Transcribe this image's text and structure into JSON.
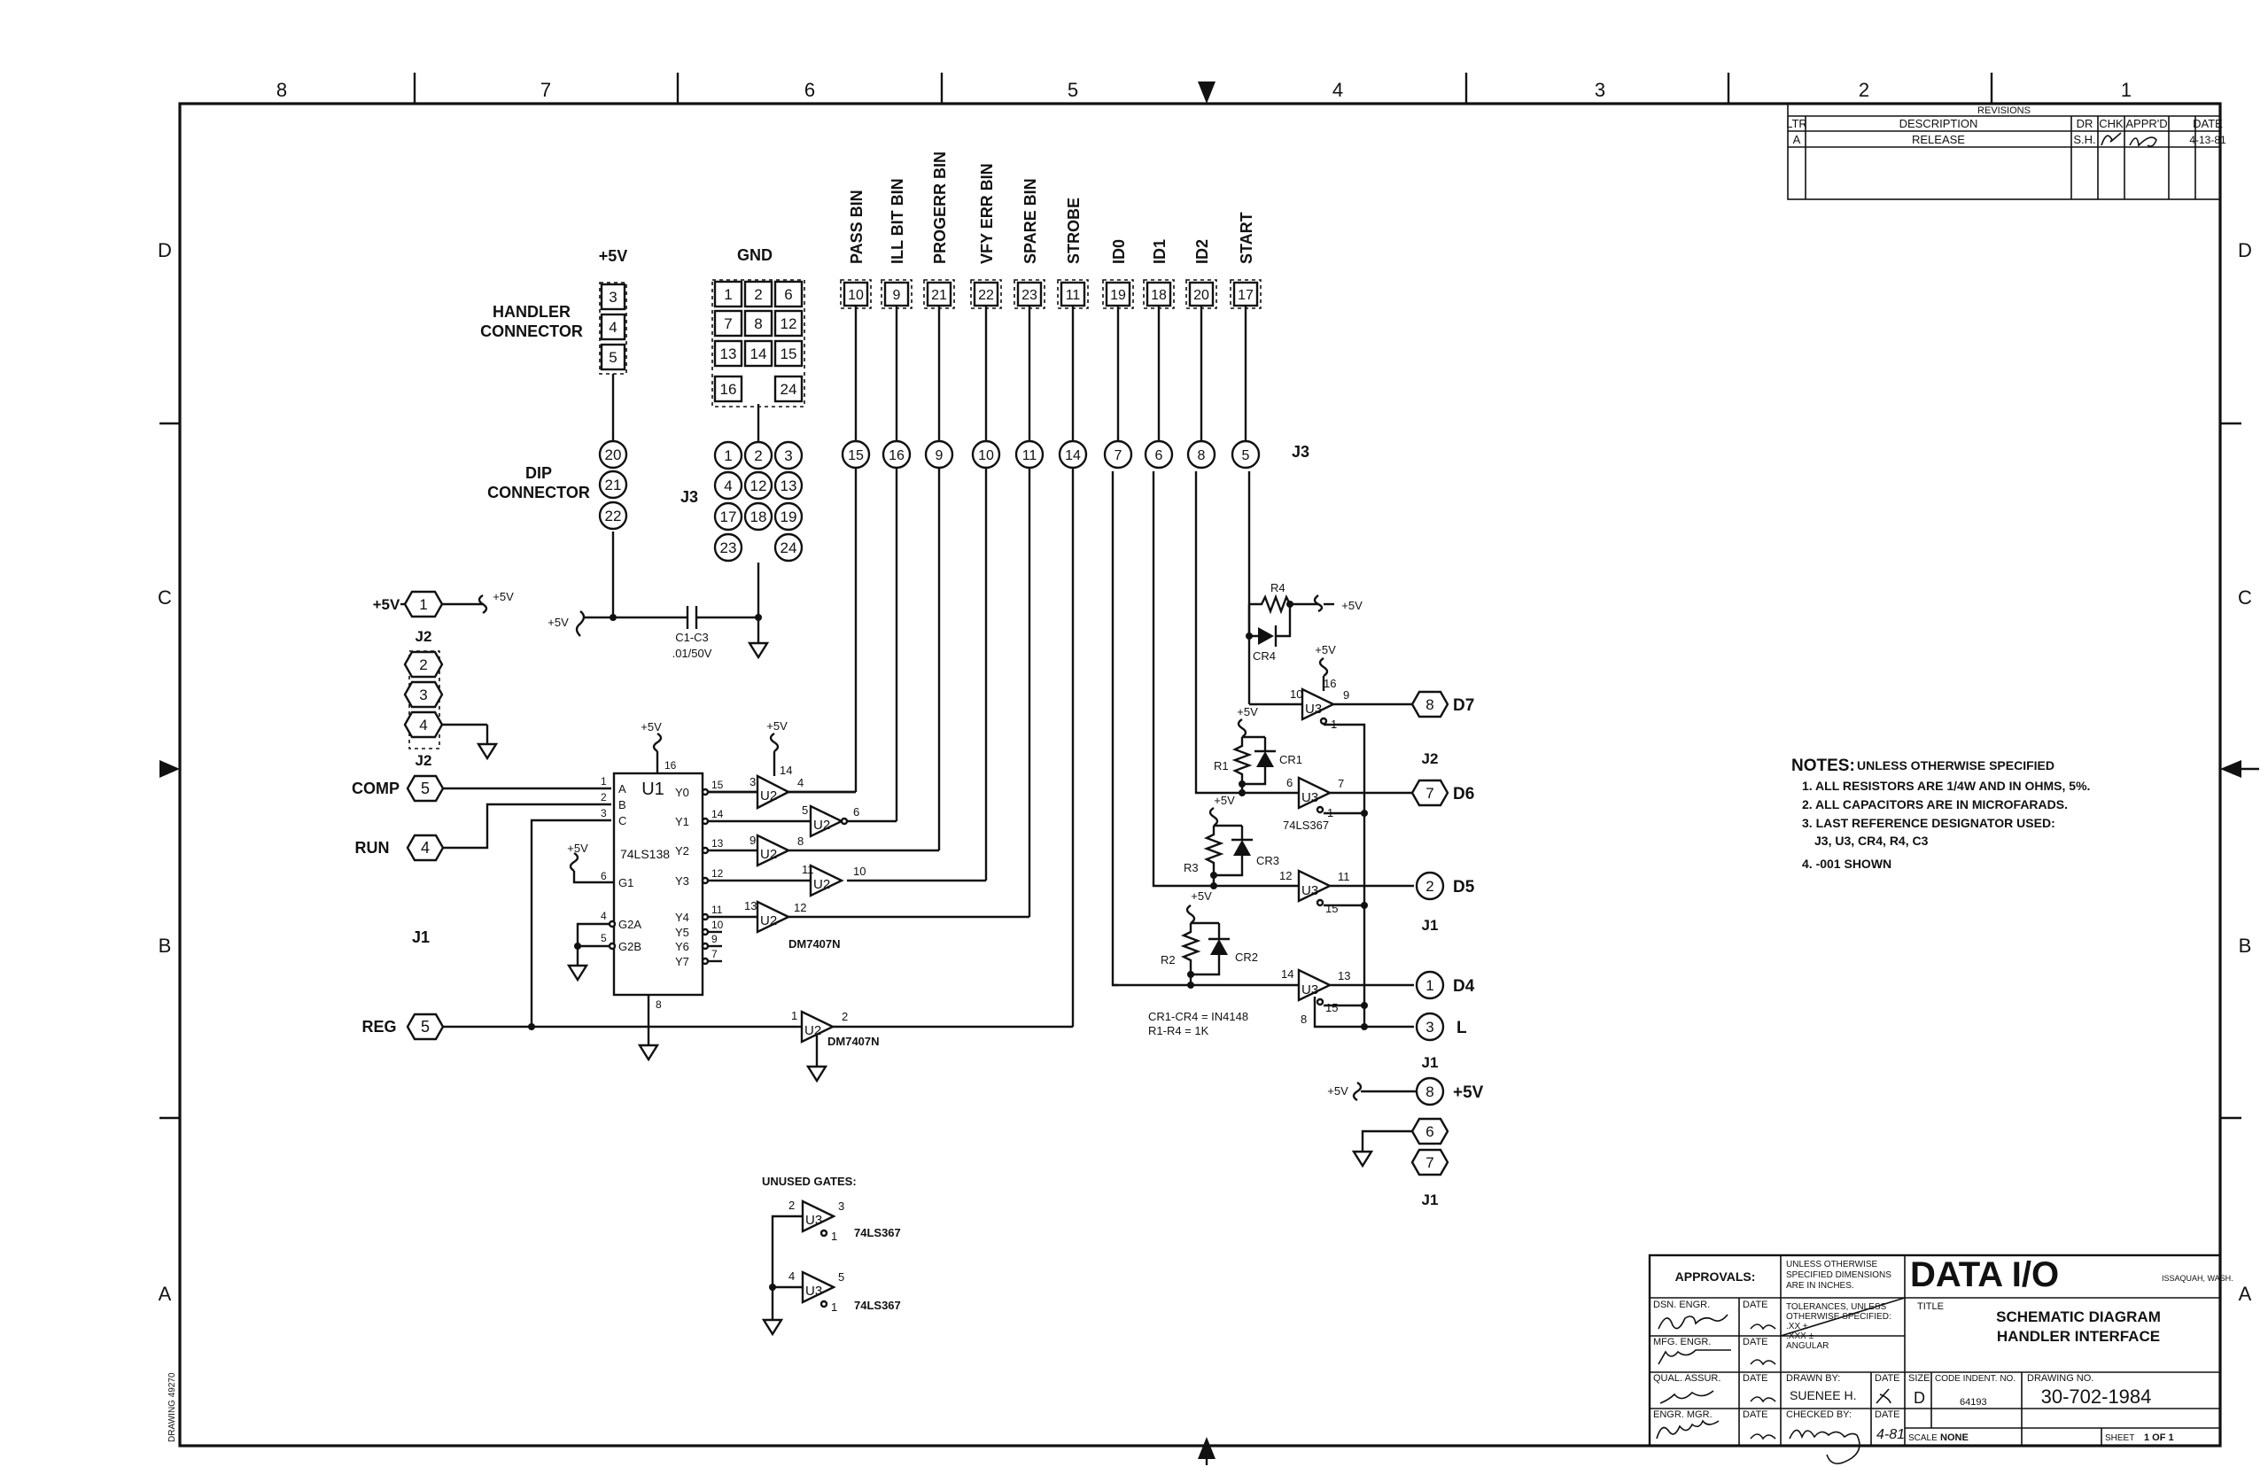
{
  "border": {
    "columns": [
      "8",
      "7",
      "6",
      "5",
      "4",
      "3",
      "2",
      "1"
    ],
    "rows": [
      "D",
      "C",
      "B",
      "A"
    ]
  },
  "revisions": {
    "title": "REVISIONS",
    "headers": [
      "LTR",
      "DESCRIPTION",
      "DR",
      "CHK",
      "APPR'D",
      "DATE"
    ],
    "row": {
      "ltr": "A",
      "description": "RELEASE",
      "dr": "S.H.",
      "date": "4-13-81"
    }
  },
  "connectors": {
    "handler_label_1": "HANDLER",
    "handler_label_2": "CONNECTOR",
    "dip_label_1": "DIP",
    "dip_label_2": "CONNECTOR",
    "plus5v_header": "+5V",
    "gnd_header": "GND",
    "handler_5v_pins": [
      "3",
      "4",
      "5"
    ],
    "dip_5v_pins": [
      "20",
      "21",
      "22"
    ],
    "handler_gnd_pins": [
      "1",
      "2",
      "6",
      "7",
      "8",
      "12",
      "13",
      "14",
      "15",
      "16",
      "24"
    ],
    "dip_gnd_pins": [
      "1",
      "2",
      "3",
      "4",
      "12",
      "13",
      "17",
      "18",
      "19",
      "23",
      "24"
    ],
    "j3_label": "J3",
    "signals": [
      {
        "name": "PASS BIN",
        "handler": "10",
        "dip": "15"
      },
      {
        "name": "ILL BIT BIN",
        "handler": "9",
        "dip": "16"
      },
      {
        "name": "PROGERR BIN",
        "handler": "21",
        "dip": "9"
      },
      {
        "name": "VFY ERR BIN",
        "handler": "22",
        "dip": "10"
      },
      {
        "name": "SPARE BIN",
        "handler": "23",
        "dip": "11"
      },
      {
        "name": "STROBE",
        "handler": "11",
        "dip": "14"
      },
      {
        "name": "ID0",
        "handler": "19",
        "dip": "7"
      },
      {
        "name": "ID1",
        "handler": "18",
        "dip": "6"
      },
      {
        "name": "ID2",
        "handler": "20",
        "dip": "8"
      },
      {
        "name": "START",
        "handler": "17",
        "dip": "5"
      }
    ]
  },
  "capacitor": {
    "label": "C1-C3",
    "value": ".01/50V",
    "supply": "+5V"
  },
  "j2_top": {
    "supply_left": "+5V",
    "supply_right": "+5V",
    "pins": [
      "1",
      "2",
      "3",
      "4"
    ],
    "label": "J2"
  },
  "j1_inputs": {
    "label": "J1",
    "comp": "COMP",
    "comp_pin": "5",
    "run": "RUN",
    "run_pin": "4",
    "reg": "REG",
    "reg_pin": "5"
  },
  "u1": {
    "ref": "U1",
    "part": "74LS138",
    "supply": "+5V",
    "in_pins": [
      "1",
      "2",
      "3",
      "6",
      "4",
      "5"
    ],
    "in_names": [
      "A",
      "B",
      "C",
      "G1",
      "G2A",
      "G2B"
    ],
    "top_pin": "16",
    "bottom_pin": "8",
    "out_names": [
      "Y0",
      "Y1",
      "Y2",
      "Y3",
      "Y4",
      "Y5",
      "Y6",
      "Y7"
    ],
    "out_pins": [
      "15",
      "14",
      "13",
      "12",
      "11",
      "10",
      "9",
      "7"
    ]
  },
  "u2": {
    "ref": "U2",
    "part": "DM7407N",
    "supply": "+5V",
    "gate_pins": [
      "3",
      "14",
      "4",
      "5",
      "6",
      "9",
      "8",
      "11",
      "10",
      "13",
      "12",
      "1",
      "2"
    ]
  },
  "u3": {
    "ref": "U3",
    "part": "74LS367",
    "supply": "+5V",
    "gate_pins": [
      "10",
      "16",
      "9",
      "1",
      "6",
      "7",
      "12",
      "11",
      "15",
      "14",
      "13",
      "8"
    ]
  },
  "diodes": {
    "r4": "R4",
    "cr4": "CR4",
    "r1": "R1",
    "cr1": "CR1",
    "r3": "R3",
    "cr3": "CR3",
    "r2": "R2",
    "cr2": "CR2",
    "plus5v": "+5V",
    "note_1": "CR1-CR4 = IN4148",
    "note_2": "R1-R4 = 1K"
  },
  "outputs": {
    "j2_label": "J2",
    "j1_label": "J1",
    "d7": "D7",
    "d7_pin": "8",
    "d6": "D6",
    "d6_pin": "7",
    "d5": "D5",
    "d5_pin": "2",
    "d4": "D4",
    "d4_pin": "1",
    "l": "L",
    "l_pin": "3",
    "plus5v": "+5V",
    "plus5v_pin": "8",
    "gnd_pins": [
      "6",
      "7"
    ]
  },
  "unused_gates": {
    "label": "UNUSED GATES:",
    "pins": [
      "2",
      "3",
      "4",
      "5",
      "1",
      "1"
    ],
    "ref": "U3",
    "part": "74LS367"
  },
  "notes": {
    "heading": "NOTES:",
    "subheading": "UNLESS OTHERWISE SPECIFIED",
    "items": [
      "1. ALL RESISTORS ARE 1/4W AND IN OHMS, 5%.",
      "2. ALL CAPACITORS ARE IN MICROFARADS.",
      "3. LAST REFERENCE DESIGNATOR USED:",
      "J3, U3, CR4, R4, C3",
      "4. -001 SHOWN"
    ]
  },
  "title_block": {
    "approvals": "APPROVALS:",
    "tolerances_note": [
      "UNLESS OTHERWISE",
      "SPECIFIED DIMENSIONS",
      "ARE IN INCHES."
    ],
    "tolerances": [
      "TOLERANCES, UNLESS",
      "OTHERWISE SPECIFIED:",
      ".XX  ±",
      ".XXX  ±",
      "ANGULAR"
    ],
    "roles": [
      "DSN. ENGR.",
      "MFG. ENGR.",
      "QUAL. ASSUR.",
      "ENGR. MGR."
    ],
    "date_label": "DATE",
    "drawn_by_label": "DRAWN BY:",
    "drawn_by": "SUENEE H.",
    "checked_by_label": "CHECKED BY:",
    "checked_date": "4-81",
    "company": "DATA I/O",
    "location": "ISSAQUAH, WASH.",
    "title_label": "TITLE",
    "title_1": "SCHEMATIC DIAGRAM",
    "title_2": "HANDLER INTERFACE",
    "size_label": "SIZE",
    "size": "D",
    "code_label": "CODE INDENT. NO.",
    "code": "64193",
    "drawing_no_label": "DRAWING NO.",
    "drawing_no": "30-702-1984",
    "scale_label": "SCALE",
    "scale": "NONE",
    "sheet_label": "SHEET",
    "sheet": "1 OF 1",
    "drawing_stamp": "DRAWING 49270"
  },
  "colors": {
    "ink": "#111111",
    "paper": "#ffffff"
  }
}
